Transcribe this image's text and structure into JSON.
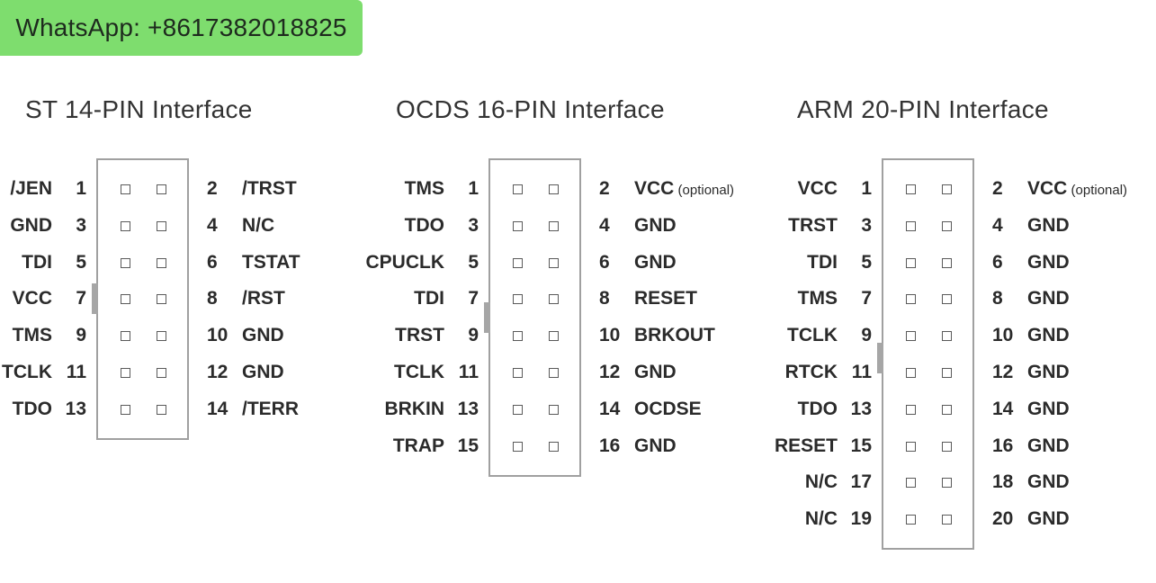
{
  "badge": {
    "text": "WhatsApp: +8617382018825"
  },
  "colors": {
    "badge_bg": "#7edd6e",
    "box_border": "#a0a0a0",
    "key": "#a6a6a6"
  },
  "interfaces": [
    {
      "title": "ST 14-PIN Interface",
      "rows": [
        {
          "left_pin": "1",
          "left_signal": "/JEN",
          "right_pin": "2",
          "right_signal": "/TRST",
          "right_note": ""
        },
        {
          "left_pin": "3",
          "left_signal": "GND",
          "right_pin": "4",
          "right_signal": "N/C",
          "right_note": ""
        },
        {
          "left_pin": "5",
          "left_signal": "TDI",
          "right_pin": "6",
          "right_signal": "TSTAT",
          "right_note": ""
        },
        {
          "left_pin": "7",
          "left_signal": "VCC",
          "right_pin": "8",
          "right_signal": "/RST",
          "right_note": ""
        },
        {
          "left_pin": "9",
          "left_signal": "TMS",
          "right_pin": "10",
          "right_signal": "GND",
          "right_note": ""
        },
        {
          "left_pin": "11",
          "left_signal": "TCLK",
          "right_pin": "12",
          "right_signal": "GND",
          "right_note": ""
        },
        {
          "left_pin": "13",
          "left_signal": "TDO",
          "right_pin": "14",
          "right_signal": "/TERR",
          "right_note": ""
        }
      ]
    },
    {
      "title": "OCDS 16-PIN Interface",
      "rows": [
        {
          "left_pin": "1",
          "left_signal": "TMS",
          "right_pin": "2",
          "right_signal": "VCC",
          "right_note": "(optional)"
        },
        {
          "left_pin": "3",
          "left_signal": "TDO",
          "right_pin": "4",
          "right_signal": "GND",
          "right_note": ""
        },
        {
          "left_pin": "5",
          "left_signal": "CPUCLK",
          "right_pin": "6",
          "right_signal": "GND",
          "right_note": ""
        },
        {
          "left_pin": "7",
          "left_signal": "TDI",
          "right_pin": "8",
          "right_signal": "RESET",
          "right_note": ""
        },
        {
          "left_pin": "9",
          "left_signal": "TRST",
          "right_pin": "10",
          "right_signal": "BRKOUT",
          "right_note": ""
        },
        {
          "left_pin": "11",
          "left_signal": "TCLK",
          "right_pin": "12",
          "right_signal": "GND",
          "right_note": ""
        },
        {
          "left_pin": "13",
          "left_signal": "BRKIN",
          "right_pin": "14",
          "right_signal": "OCDSE",
          "right_note": ""
        },
        {
          "left_pin": "15",
          "left_signal": "TRAP",
          "right_pin": "16",
          "right_signal": "GND",
          "right_note": ""
        }
      ]
    },
    {
      "title": "ARM 20-PIN Interface",
      "rows": [
        {
          "left_pin": "1",
          "left_signal": "VCC",
          "right_pin": "2",
          "right_signal": "VCC",
          "right_note": "(optional)"
        },
        {
          "left_pin": "3",
          "left_signal": "TRST",
          "right_pin": "4",
          "right_signal": "GND",
          "right_note": ""
        },
        {
          "left_pin": "5",
          "left_signal": "TDI",
          "right_pin": "6",
          "right_signal": "GND",
          "right_note": ""
        },
        {
          "left_pin": "7",
          "left_signal": "TMS",
          "right_pin": "8",
          "right_signal": "GND",
          "right_note": ""
        },
        {
          "left_pin": "9",
          "left_signal": "TCLK",
          "right_pin": "10",
          "right_signal": "GND",
          "right_note": ""
        },
        {
          "left_pin": "11",
          "left_signal": "RTCK",
          "right_pin": "12",
          "right_signal": "GND",
          "right_note": ""
        },
        {
          "left_pin": "13",
          "left_signal": "TDO",
          "right_pin": "14",
          "right_signal": "GND",
          "right_note": ""
        },
        {
          "left_pin": "15",
          "left_signal": "RESET",
          "right_pin": "16",
          "right_signal": "GND",
          "right_note": ""
        },
        {
          "left_pin": "17",
          "left_signal": "N/C",
          "right_pin": "18",
          "right_signal": "GND",
          "right_note": ""
        },
        {
          "left_pin": "19",
          "left_signal": "N/C",
          "right_pin": "20",
          "right_signal": "GND",
          "right_note": ""
        }
      ]
    }
  ]
}
